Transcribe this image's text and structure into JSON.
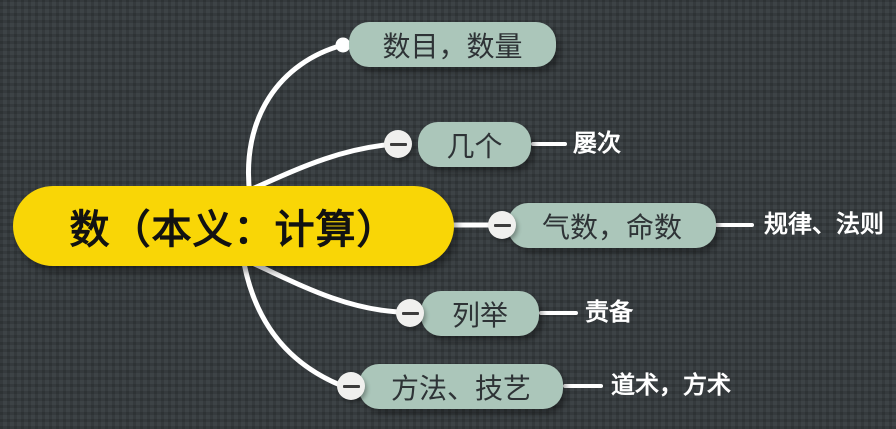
{
  "app": {
    "type": "mindmap"
  },
  "root": {
    "label": "数（本义：计算）"
  },
  "branches": [
    {
      "label": "数目，数量",
      "note": "",
      "collapsible": false
    },
    {
      "label": "几个",
      "note": "屡次",
      "collapsible": true
    },
    {
      "label": "气数，命数",
      "note": "规律、法则",
      "collapsible": true
    },
    {
      "label": "列举",
      "note": "责备",
      "collapsible": true
    },
    {
      "label": "方法、技艺",
      "note": "道术，方术",
      "collapsible": true
    }
  ],
  "icons": {
    "collapse": "minus-icon",
    "connector_cap": "dot"
  },
  "colors": {
    "background": "#3D4346",
    "background_grid": "#33393C",
    "root_fill": "#F9D606",
    "root_text": "#121212",
    "branch_fill": "#ABC6BA",
    "branch_text": "#2E3336",
    "note_text": "#FFFFFF",
    "connector": "#FFFFFF",
    "collapse_fill": "#F0F0EE",
    "collapse_glyph": "#3C3C3C"
  }
}
